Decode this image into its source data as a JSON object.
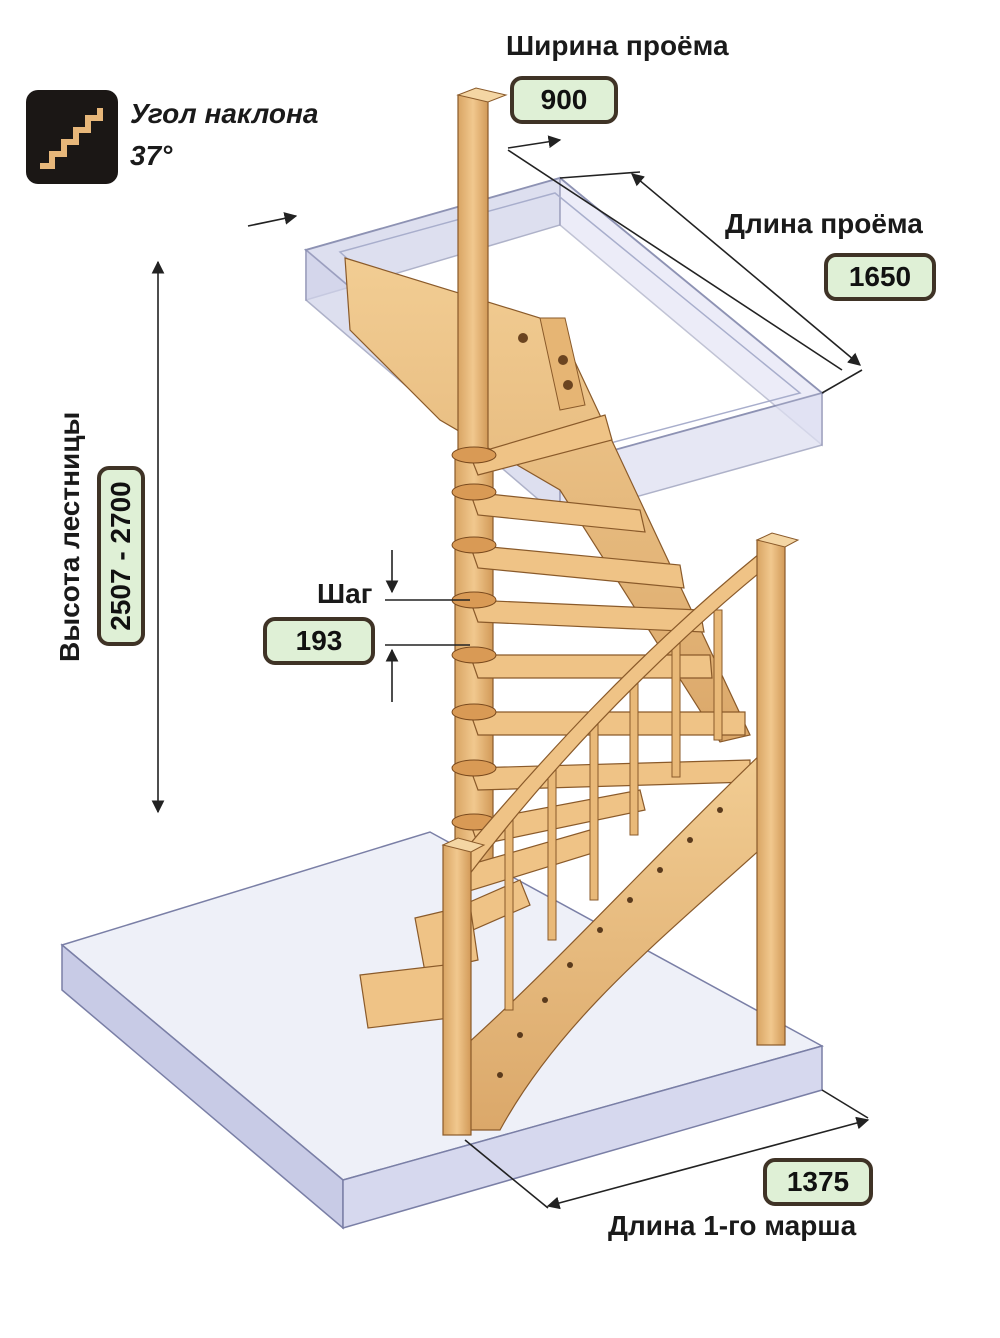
{
  "angle": {
    "icon": "stairs-icon",
    "title": "Угол наклона",
    "value": "37°"
  },
  "opening_width": {
    "label": "Ширина проёма",
    "value": "900"
  },
  "opening_length": {
    "label": "Длина проёма",
    "value": "1650"
  },
  "stair_height": {
    "label": "Высота лестницы",
    "value": "2507 - 2700"
  },
  "step": {
    "label": "Шаг",
    "value": "193"
  },
  "first_flight": {
    "label": "Длина 1-го марша",
    "value": "1375"
  },
  "colors": {
    "badge_fill": "#dff0d6",
    "badge_border": "#3f3326",
    "wood": "#e9b978",
    "glass": "#c8cbe6"
  }
}
